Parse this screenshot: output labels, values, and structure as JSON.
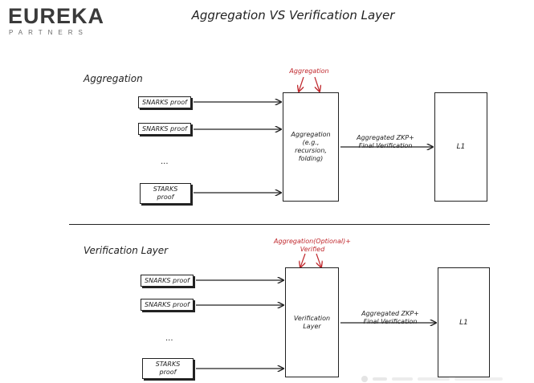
{
  "logo": {
    "name": "EUREKA",
    "sub": "PARTNERS"
  },
  "title": "Aggregation VS Verification Layer",
  "sections": [
    {
      "title": "Aggregation",
      "proofs": [
        "SNARKS proof",
        "SNARKS proof",
        "...",
        "STARKS proof"
      ],
      "center_label": "Aggregation (e.g., recursion, folding)",
      "top_annotation": "Aggregation",
      "edge_label": "Aggregated ZKP+ Final Verification",
      "target": "L1"
    },
    {
      "title": "Verification Layer",
      "proofs": [
        "SNARKS proof",
        "SNARKS proof",
        "...",
        "STARKS proof"
      ],
      "center_label": "Verification Layer",
      "top_annotation": "Aggregation(Optional)+ Verified",
      "edge_label": "Aggregated ZKP+ Final Verification",
      "target": "L1"
    }
  ],
  "colors": {
    "annotation": "#c0282d",
    "ink": "#222222"
  }
}
